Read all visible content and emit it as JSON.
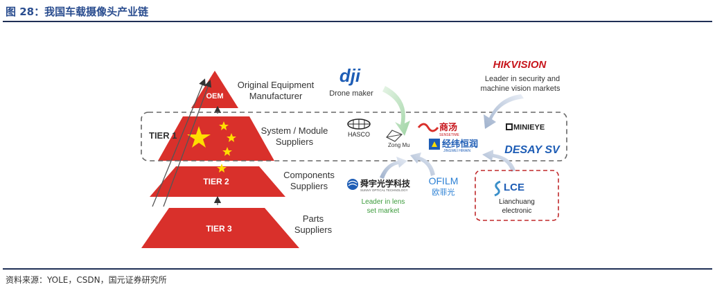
{
  "header": {
    "title": "图 28：我国车载摄像头产业链"
  },
  "footer": {
    "source": "资料来源：YOLE，CSDN，国元证券研究所"
  },
  "pyramid": {
    "oem": "OEM",
    "tier1_box": "TIER 1",
    "tier2": "TIER 2",
    "tier3": "TIER 3"
  },
  "levels": {
    "oem_line1": "Original Equipment",
    "oem_line2": "Manufacturer",
    "t1_line1": "System / Module",
    "t1_line2": "Suppliers",
    "t2_line1": "Components",
    "t2_line2": "Suppliers",
    "t3_line1": "Parts",
    "t3_line2": "Suppliers"
  },
  "companies": {
    "dji_logo": "dji",
    "dji_caption": "Drone maker",
    "hikvision_logo": "HIKVISION",
    "hikvision_caption_1": "Leader in security and",
    "hikvision_caption_2": "machine vision markets",
    "hasco": "HASCO",
    "zongmu": "Zong Mu",
    "sensetime_cn": "商汤",
    "sensetime_en": "SENSETIME",
    "minieye": "MINIEYE",
    "jingwei_cn": "经纬恒润",
    "jingwei_en": "JINGWEI HIRAIN",
    "desay": "DESAY SV",
    "sunny_cn": "舜宇光学科技",
    "sunny_en": "SUNNY OPTICAL TECHNOLOGY",
    "sunny_caption_1": "Leader in lens",
    "sunny_caption_2": "set market",
    "ofilm_en": "OFILM",
    "ofilm_cn": "欧菲光",
    "lce_logo": "LCE",
    "lce_caption_1": "Lianchuang",
    "lce_caption_2": "electronic"
  },
  "colors": {
    "pyramid_red": "#d9302b",
    "star_yellow": "#ffde00",
    "title_blue": "#2a4d8f",
    "caption_green": "#3a9a3a",
    "dji_blue": "#1e5db5",
    "lce_dashed": "#c0282a"
  }
}
